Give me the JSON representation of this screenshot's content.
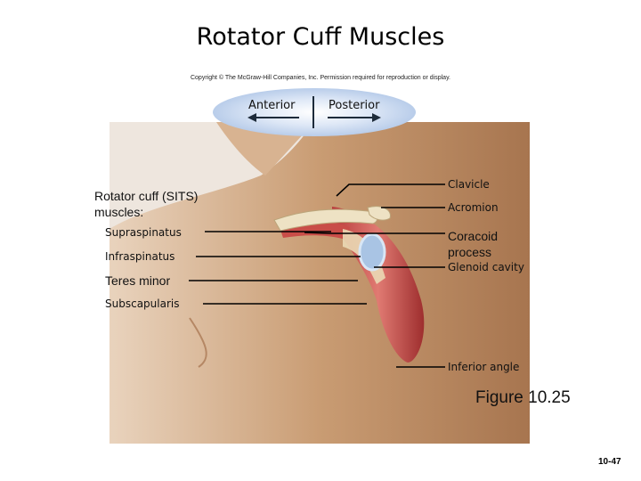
{
  "title": "Rotator Cuff Muscles",
  "copyright": "Copyright © The McGraw-Hill Companies, Inc. Permission required for reproduction or display.",
  "orientation": {
    "anterior": "Anterior",
    "posterior": "Posterior"
  },
  "group_label": {
    "line1": "Rotator cuff (SITS)",
    "line2": "muscles:"
  },
  "left_labels": [
    "Supraspinatus",
    "Infraspinatus",
    "Teres minor",
    "Subscapularis"
  ],
  "right_labels": [
    "Clavicle",
    "Acromion",
    "Coracoid",
    "process",
    "Glenoid cavity",
    "Inferior angle"
  ],
  "figure_number": "Figure 10.25",
  "page_number": "10-47",
  "colors": {
    "skin": "#c79a72",
    "muscle": "#c24a4a",
    "bone": "#e8dcc0",
    "cartilage": "#a9c4e4",
    "orientation_bg": "#c9d8ef"
  }
}
